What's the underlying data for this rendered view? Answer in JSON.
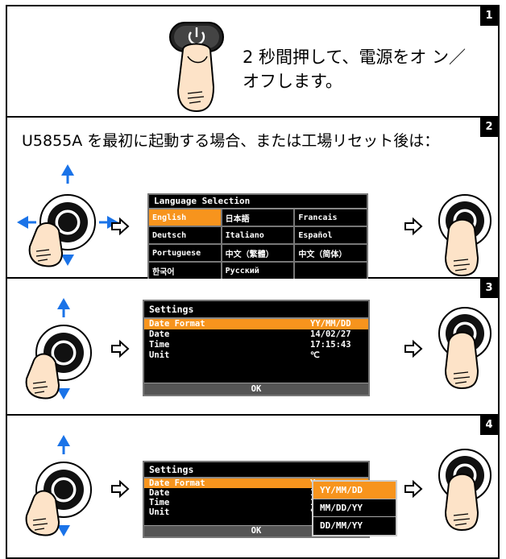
{
  "steps": [
    {
      "number": "1",
      "text": "2 秒間押して、電源をオ ン／オフします。"
    },
    {
      "number": "2",
      "text": "U5855A を最初に起動する場合、または工場リセット後は："
    },
    {
      "number": "3"
    },
    {
      "number": "4"
    }
  ],
  "language_screen": {
    "title": "Language Selection",
    "options": [
      "English",
      "日本語",
      "Francais",
      "Deutsch",
      "Italiano",
      "Español",
      "Portuguese",
      "中文（繁體）",
      "中文（简体）",
      "한국어",
      "Русский",
      ""
    ],
    "selected": "English"
  },
  "settings_screen": {
    "title": "Settings",
    "rows": [
      {
        "label": "Date Format",
        "value": "YY/MM/DD"
      },
      {
        "label": "Date",
        "value": "14/02/27"
      },
      {
        "label": "Time",
        "value": "17:15:43"
      },
      {
        "label": "Unit",
        "value": "℃"
      }
    ],
    "ok": "OK"
  },
  "settings_screen_4": {
    "title": "Settings",
    "rows": [
      {
        "label": "Date Format",
        "value": "Y"
      },
      {
        "label": "Date",
        "value": "1"
      },
      {
        "label": "Time",
        "value": "1"
      },
      {
        "label": "Unit",
        "value": "℃"
      }
    ],
    "ok": "OK",
    "dropdown": [
      "YY/MM/DD",
      "MM/DD/YY",
      "DD/MM/YY"
    ]
  },
  "icons": {
    "power": "power-icon",
    "finger": "finger-press-icon",
    "joystick": "navigation-joystick-icon",
    "next": "next-arrow-icon"
  },
  "colors": {
    "arrow_blue": "#1a73e8",
    "highlight_orange": "#f7941d"
  }
}
